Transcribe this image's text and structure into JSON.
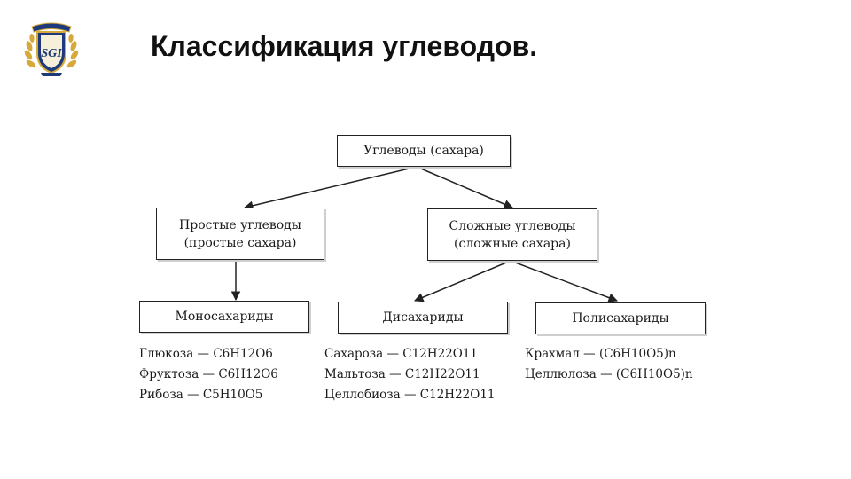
{
  "header": {
    "title": "Классификация углеводов."
  },
  "logo": {
    "initials": "SGI",
    "ribbon_text": "",
    "icon": "shield-laurel-emblem-icon",
    "colors": {
      "navy": "#1f3a7a",
      "gold": "#d6a93a",
      "cream": "#f6efd9"
    }
  },
  "diagram": {
    "root": {
      "label": "Углеводы (сахара)"
    },
    "simple": {
      "line1": "Простые углеводы",
      "line2": "(простые сахара)"
    },
    "complex": {
      "line1": "Сложные углеводы",
      "line2": "(сложные сахара)"
    },
    "mono": {
      "label": "Моносахариды",
      "examples": [
        "Глюкоза — C6H12O6",
        "Фруктоза — C6H12O6",
        "Рибоза — C5H10O5"
      ]
    },
    "di": {
      "label": "Дисахариды",
      "examples": [
        "Сахароза — C12H22O11",
        "Мальтоза — C12H22O11",
        "Целлобиоза — C12H22O11"
      ]
    },
    "poly": {
      "label": "Полисахариды",
      "examples": [
        "Крахмал — (C6H10O5)n",
        "Целлюлоза — (C6H10O5)n"
      ]
    }
  }
}
